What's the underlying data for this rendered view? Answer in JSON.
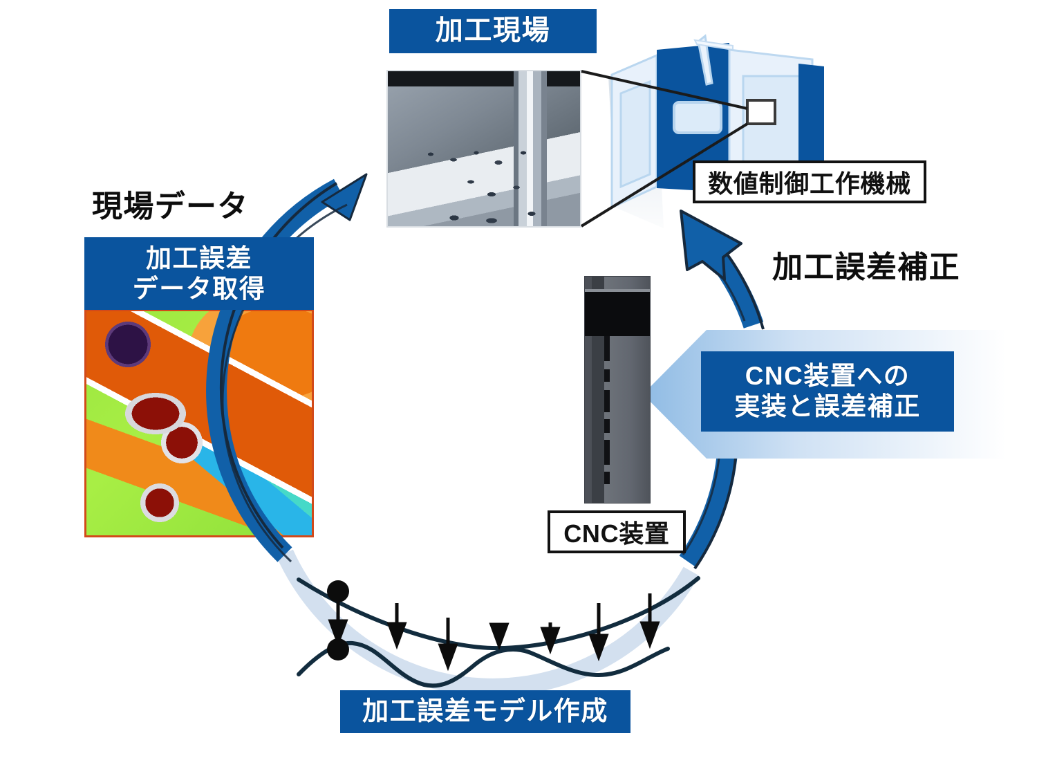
{
  "diagram": {
    "title_box": {
      "label": "加工現場"
    },
    "field_data_label": {
      "label": "現場データ"
    },
    "error_correction_label": {
      "label": "加工誤差補正"
    },
    "error_data_box": {
      "line1": "加工誤差",
      "line2": "データ取得"
    },
    "cnc_implementation_box": {
      "line1": "CNC装置への",
      "line2": "実装と誤差補正"
    },
    "error_model_box": {
      "label": "加工誤差モデル作成"
    },
    "machine_tool_callout": {
      "label": "数値制御工作機械"
    },
    "cnc_unit_callout": {
      "label": "CNC装置"
    },
    "icons": {
      "cycle_arrow": "circular-arrow-icon",
      "up_arrow": "arrow-up-left-icon",
      "left_arrow": "arrow-left-icon",
      "machine_tool": "cnc-machine-tool-icon",
      "error_map": "machining-error-heatmap-image",
      "milling_photo": "milling-operation-photo",
      "cnc_unit": "cnc-controller-unit-photo",
      "deviation_arrow": "deviation-arrow-icon"
    },
    "colors": {
      "brand_blue": "#0a549e",
      "arc_blue": "#1160a8",
      "arc_light": "#d3e0ef",
      "callout_border": "#121212",
      "curve_dark": "#122c3e",
      "arrow_light_blue": "#9dc3e6"
    },
    "error_model_curves": {
      "reference_curve_label": "reference-path",
      "actual_curve_label": "measured-path-with-error",
      "deviation_arrow_count": 7
    }
  }
}
